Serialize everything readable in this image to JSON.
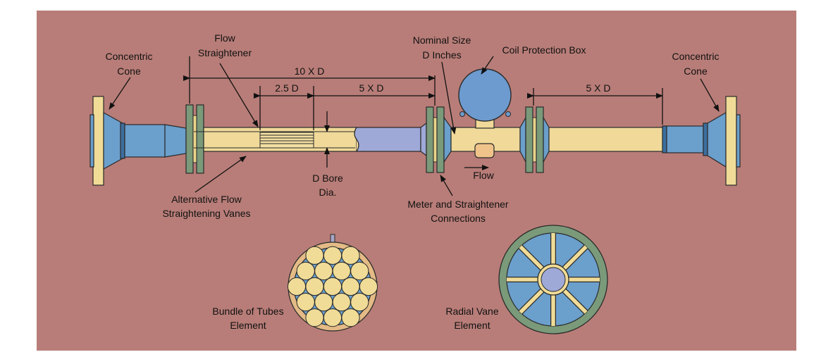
{
  "labels": {
    "concentric_cone_left": [
      "Concentric",
      "Cone"
    ],
    "flow_straightener": [
      "Flow",
      "Straightener"
    ],
    "nominal_size": [
      "Nominal Size",
      "D Inches"
    ],
    "coil_protection_box": "Coil Protection Box",
    "concentric_cone_right": [
      "Concentric",
      "Cone"
    ],
    "dim_10xd": "10 X D",
    "dim_2_5d": "2.5 D",
    "dim_5xd_mid": "5 X D",
    "dim_5xd_right": "5 X D",
    "d_bore": [
      "D Bore",
      "Dia."
    ],
    "flow": "Flow",
    "alt_vanes": [
      "Alternative Flow",
      "Straightening Vanes"
    ],
    "meter_connections": [
      "Meter and Straightener",
      "Connections"
    ],
    "bundle_tubes": [
      "Bundle of Tubes",
      "Element"
    ],
    "radial_vane": [
      "Radial Vane",
      "Element"
    ]
  },
  "colors": {
    "background": "#b87d78",
    "pipe_yellow": "#f0d999",
    "cone_blue": "#6b9fcc",
    "flange_green": "#7a9a7a",
    "flange_cream": "#f0dc97",
    "meter_section": "#9fa9d8",
    "coil_box": "#6d9bd0"
  }
}
